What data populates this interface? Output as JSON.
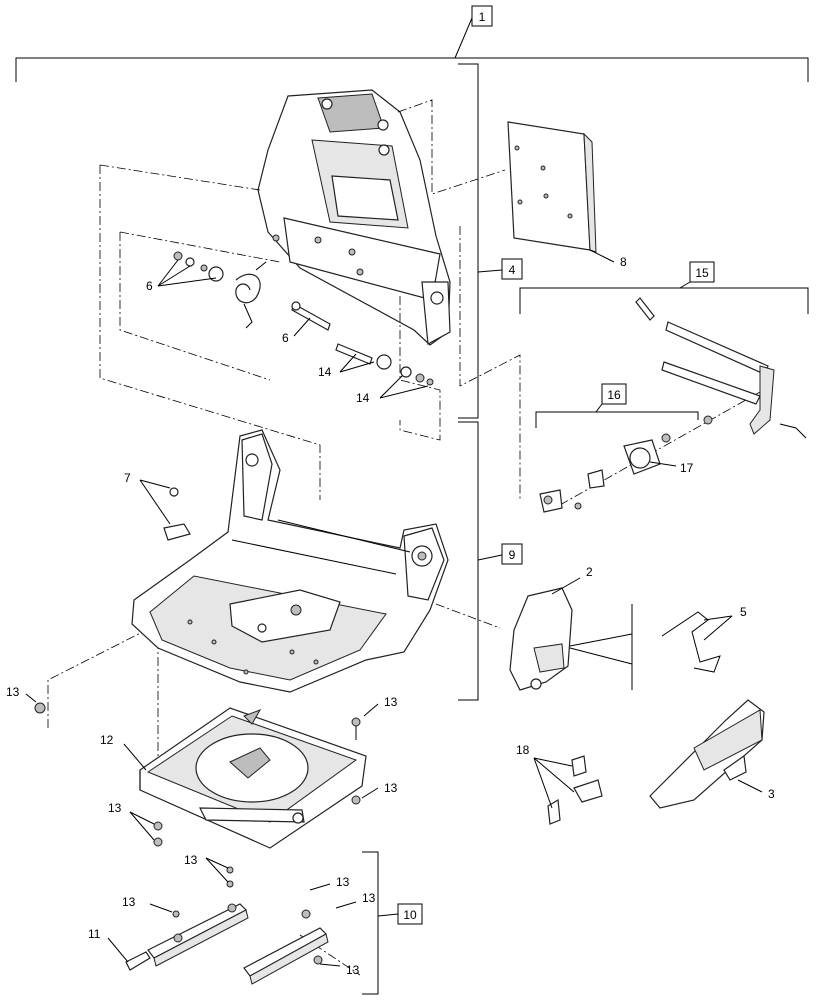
{
  "callouts": {
    "c1": "1",
    "c2": "2",
    "c3": "3",
    "c4": "4",
    "c5": "5",
    "c6a": "6",
    "c6b": "6",
    "c7": "7",
    "c8": "8",
    "c9": "9",
    "c10": "10",
    "c11": "11",
    "c12": "12",
    "c13a": "13",
    "c13b": "13",
    "c13c": "13",
    "c13d": "13",
    "c13e": "13",
    "c13f": "13",
    "c13g": "13",
    "c13h": "13",
    "c13i": "13",
    "c14a": "14",
    "c14b": "14",
    "c15": "15",
    "c16": "16",
    "c17": "17",
    "c18": "18"
  }
}
